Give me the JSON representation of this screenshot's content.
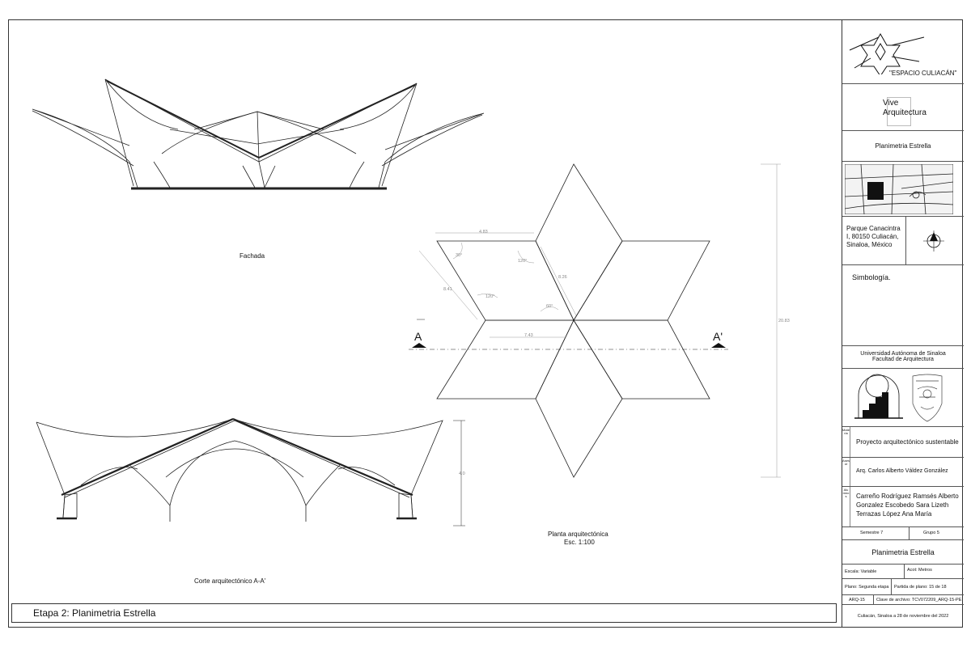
{
  "drawings": {
    "fachada_label": "Fachada",
    "corte_label": "Corte arquitectónico A-A'",
    "planta_label": "Planta arquitectónica",
    "planta_scale": "Esc. 1:100",
    "section_a": "A",
    "section_a_prime": "A'",
    "dim_side": "4.83",
    "dim_diag": "8.41",
    "dim_mid": "7.43",
    "dim_h": "8.26",
    "dim_total": "20.83",
    "dim_corte": "4.0",
    "ang_1": "30°",
    "ang_2": "120°",
    "ang_3": "120°",
    "ang_4": "60°"
  },
  "stage_label": "Etapa 2: Planimetria Estrella",
  "title_block": {
    "project_name": "\"ESPACIO CULIACÁN\"",
    "brand_line1": "Vive",
    "brand_line2": "Arquitectura",
    "sheet_title": "Planimetria Estrella",
    "address": "Parque Canacintra I, 80150 Culiacán, Sinaloa, México",
    "simbologia": "Simbología.",
    "university": "Universidad Autónoma de Sinaloa",
    "faculty": "Facultad de Arquitectura",
    "subject_tag": "Materia",
    "subject": "Proyecto arquitectónico sustentable",
    "advisor_tag": "Asesor",
    "advisor": "Arq. Carlos Alberto Váldez González",
    "students_tag": "Alumnos",
    "student_1": "Carreño Rodríguez Ramsés Alberto",
    "student_2": "Gonzalez Escobedo Sara Lizeth",
    "student_3": "Terrazas López Ana María",
    "semester": "Semestre 7",
    "group": "Grupo 5",
    "plan_title": "Planimetria Estrella",
    "scale": "Escala: Variable",
    "units": "Acot: Metros",
    "plan_stage": "Plano: Segunda etapa",
    "sheet_number": "Partida de plano: 15 de 18",
    "code": "ARQ-15",
    "file_key": "Clave de archivo: TCV072209_ARQ-15-PE",
    "place_date": "Culiacán, Sinaloa a 28 de noviembre del 2022"
  }
}
